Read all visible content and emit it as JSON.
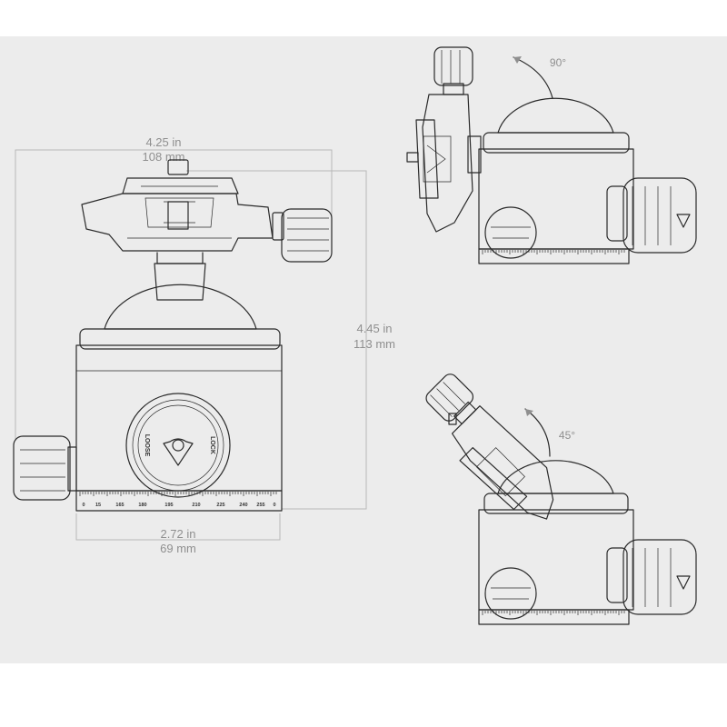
{
  "width_dimension": {
    "imperial": "4.25 in",
    "metric": "108 mm"
  },
  "height_dimension": {
    "imperial": "4.45 in",
    "metric": "113 mm"
  },
  "base_dimension": {
    "imperial": "2.72 in",
    "metric": "69 mm"
  },
  "angle_top": "90°",
  "angle_bottom": "45°",
  "knob_labels": {
    "loose": "LOOSE",
    "lock": "LOCK"
  },
  "scale_ticks": [
    "0",
    "15",
    "165",
    "180",
    "195",
    "210",
    "225",
    "240",
    "255",
    "0"
  ],
  "colors": {
    "background": "#ececec",
    "ink": "#2a2a2a",
    "dimension": "#8f8f8f",
    "body_fill": "#f6f6f6"
  }
}
